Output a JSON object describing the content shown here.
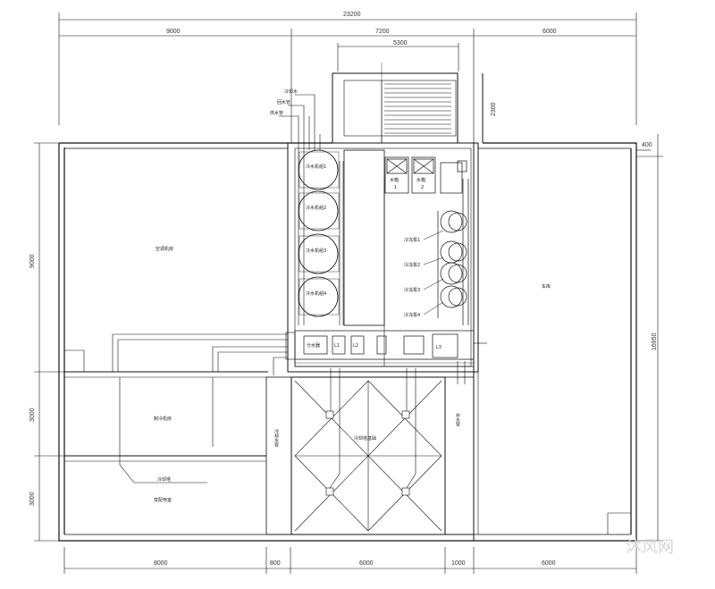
{
  "dimensions": {
    "overall_width": "23200",
    "top_segments": [
      "9000",
      "7200",
      "6000"
    ],
    "stair_width": "5300",
    "stair_depth": "2300",
    "left_height": "9000",
    "right_height": "16950",
    "left_lower_1": "3000",
    "left_lower_2": "3000",
    "bottom_segments": [
      "8000",
      "800",
      "6000",
      "1000",
      "6000"
    ],
    "edge_mark": "400"
  },
  "rooms": {
    "upper_left": "空调机房",
    "lower_left_1": "制冷机房",
    "lower_left_2": "变配电室",
    "right": "车库",
    "center_lower": "冷却塔基础",
    "center_lower_leader": "冷却塔",
    "vertical_left": "冷却水管",
    "vertical_right": "补水管"
  },
  "equipment": {
    "chillers": [
      "冷水机组1",
      "冷水机组2",
      "冷水机组3",
      "冷水机组4"
    ],
    "pumps_right": [
      "冷冻泵1",
      "冷冻泵2",
      "冷冻泵3",
      "冷冻泵4"
    ],
    "boxes_top": [
      "1",
      "2"
    ],
    "box_top_labels": [
      "水箱",
      "水箱"
    ],
    "left_bank_label": "分水器",
    "sub_labels": [
      "L1",
      "L2",
      "L3"
    ],
    "pipe_labels": [
      "供水管",
      "回水管",
      "冷却水"
    ]
  },
  "watermark": "沐风网"
}
